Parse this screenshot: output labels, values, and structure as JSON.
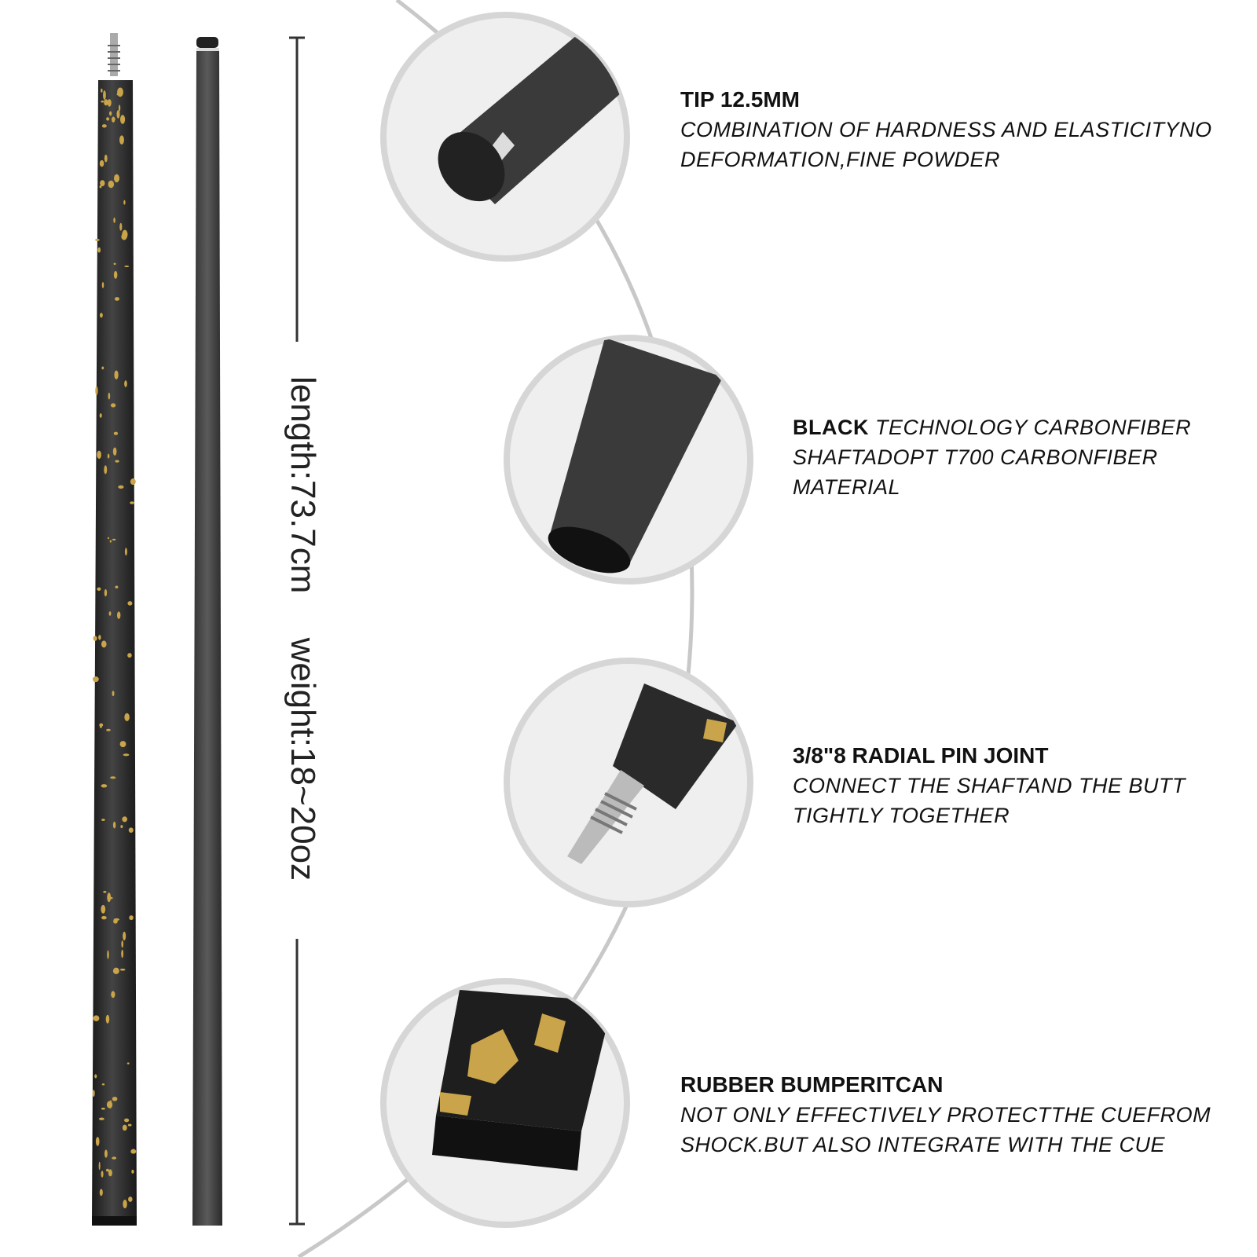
{
  "specs": {
    "length": "length:73.7cm",
    "weight": "weight:18~20oz"
  },
  "features": [
    {
      "title": "TIP 12.5MM",
      "body": "COMBINATION OF HARDNESS AND ELASTICITYNO DEFORMATION,FINE POWDER",
      "icon": "cue-tip-closeup"
    },
    {
      "title": "BLACK",
      "body": "TECHNOLOGY CARBONFIBER SHAFTADOPT T700 CARBONFIBER MATERIAL",
      "icon": "carbon-shaft-closeup"
    },
    {
      "title": "3/8\"8 RADIAL PIN JOINT",
      "body": "CONNECT THE SHAFTAND THE BUTT TIGHTLY TOGETHER",
      "icon": "pin-joint-closeup"
    },
    {
      "title": "RUBBER BUMPERITCAN",
      "body": "NOT ONLY EFFECTIVELY PROTECTTHE CUEFROM SHOCK.BUT ALSO INTEGRATE WITH THE CUE",
      "icon": "rubber-bumper-closeup"
    }
  ],
  "colors": {
    "gold": "#c9a44a",
    "carbon": "#2b2b2b",
    "circle_bg": "#efefef",
    "circle_border": "#d6d6d6"
  }
}
